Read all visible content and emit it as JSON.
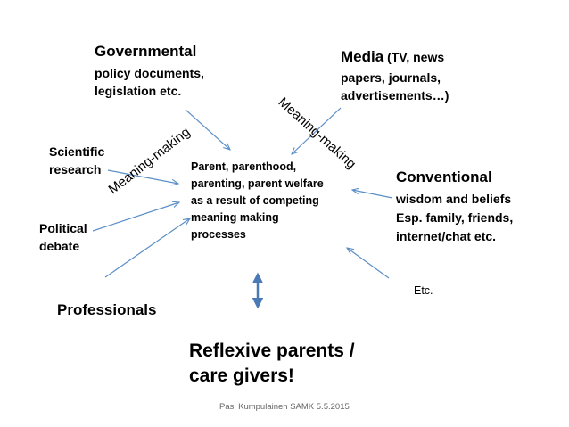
{
  "governmental": {
    "title": "Governmental",
    "lines": [
      "policy documents,",
      "legislation etc."
    ]
  },
  "media": {
    "title": "Media",
    "title_suffix": " (TV, news",
    "lines": [
      "papers, journals,",
      "advertisements…)"
    ]
  },
  "scientific": [
    "Scientific",
    "research"
  ],
  "political": [
    "Political",
    "debate"
  ],
  "professionals": "Professionals",
  "center": [
    "Parent, parenthood,",
    "parenting, parent welfare",
    "as a result of competing",
    "meaning making",
    "processes"
  ],
  "conventional": {
    "title": "Conventional",
    "lines": [
      "wisdom and beliefs",
      "Esp. family, friends,",
      "internet/chat etc."
    ]
  },
  "etc": "Etc.",
  "meaning_left": "Meaning-making",
  "meaning_right": "Meaning-making",
  "reflexive": [
    "Reflexive parents /",
    "care givers!"
  ],
  "footer": "Pasi Kumpulainen SAMK 5.5.2015",
  "colors": {
    "arrow": "#5b8fc7",
    "double_arrow": "#4a7ab5"
  }
}
